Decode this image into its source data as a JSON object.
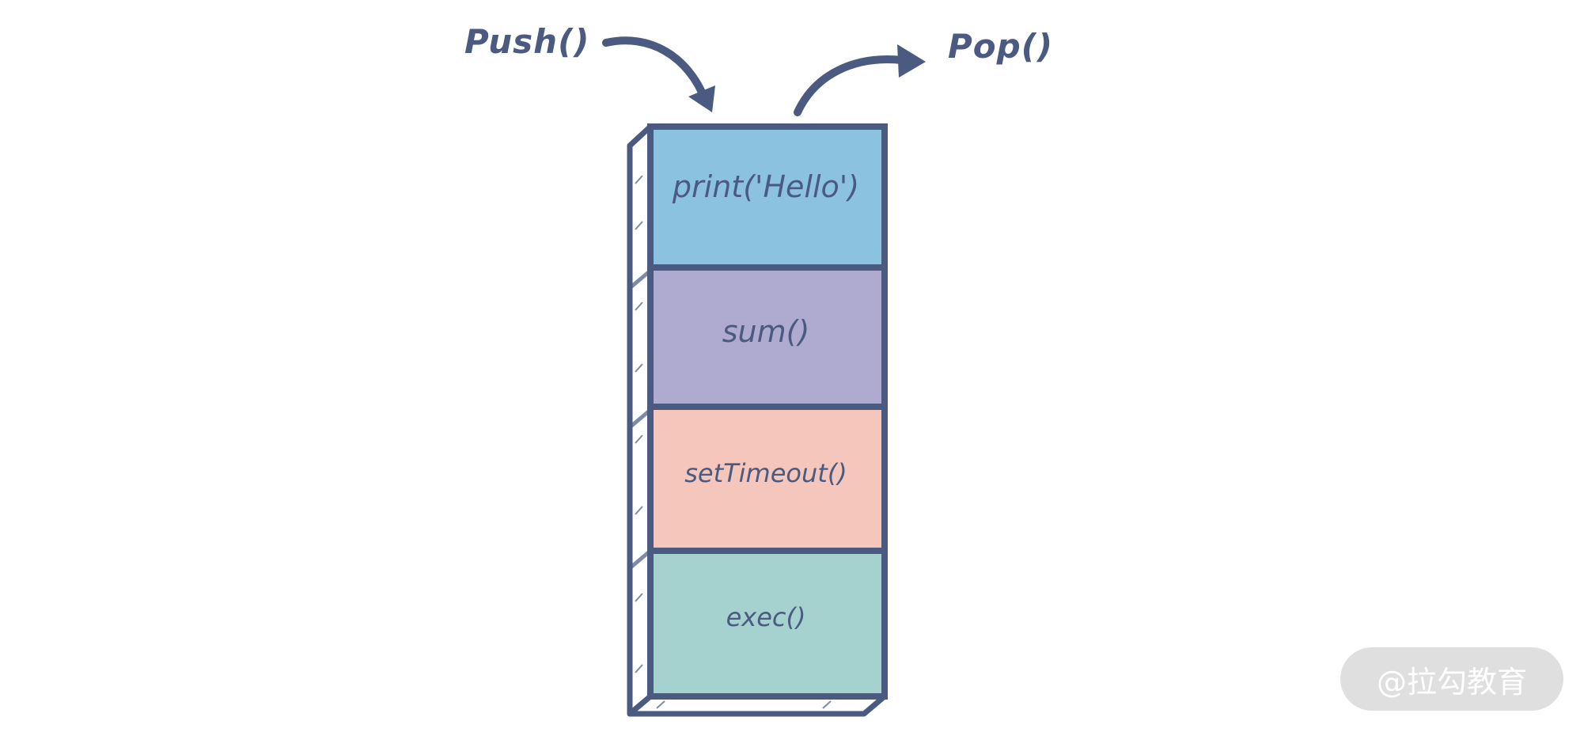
{
  "operations": {
    "push_label": "Push()",
    "pop_label": "Pop()"
  },
  "stack": {
    "frames": [
      {
        "label": "print('Hello')",
        "color": "#8ac2e0"
      },
      {
        "label": "sum()",
        "color": "#afaad0"
      },
      {
        "label": "setTimeout()",
        "color": "#f4c6bc"
      },
      {
        "label": "exec()",
        "color": "#a5d1cf"
      }
    ],
    "outline_color": "#4a5a80"
  },
  "watermark": {
    "text": "@拉勾教育"
  }
}
